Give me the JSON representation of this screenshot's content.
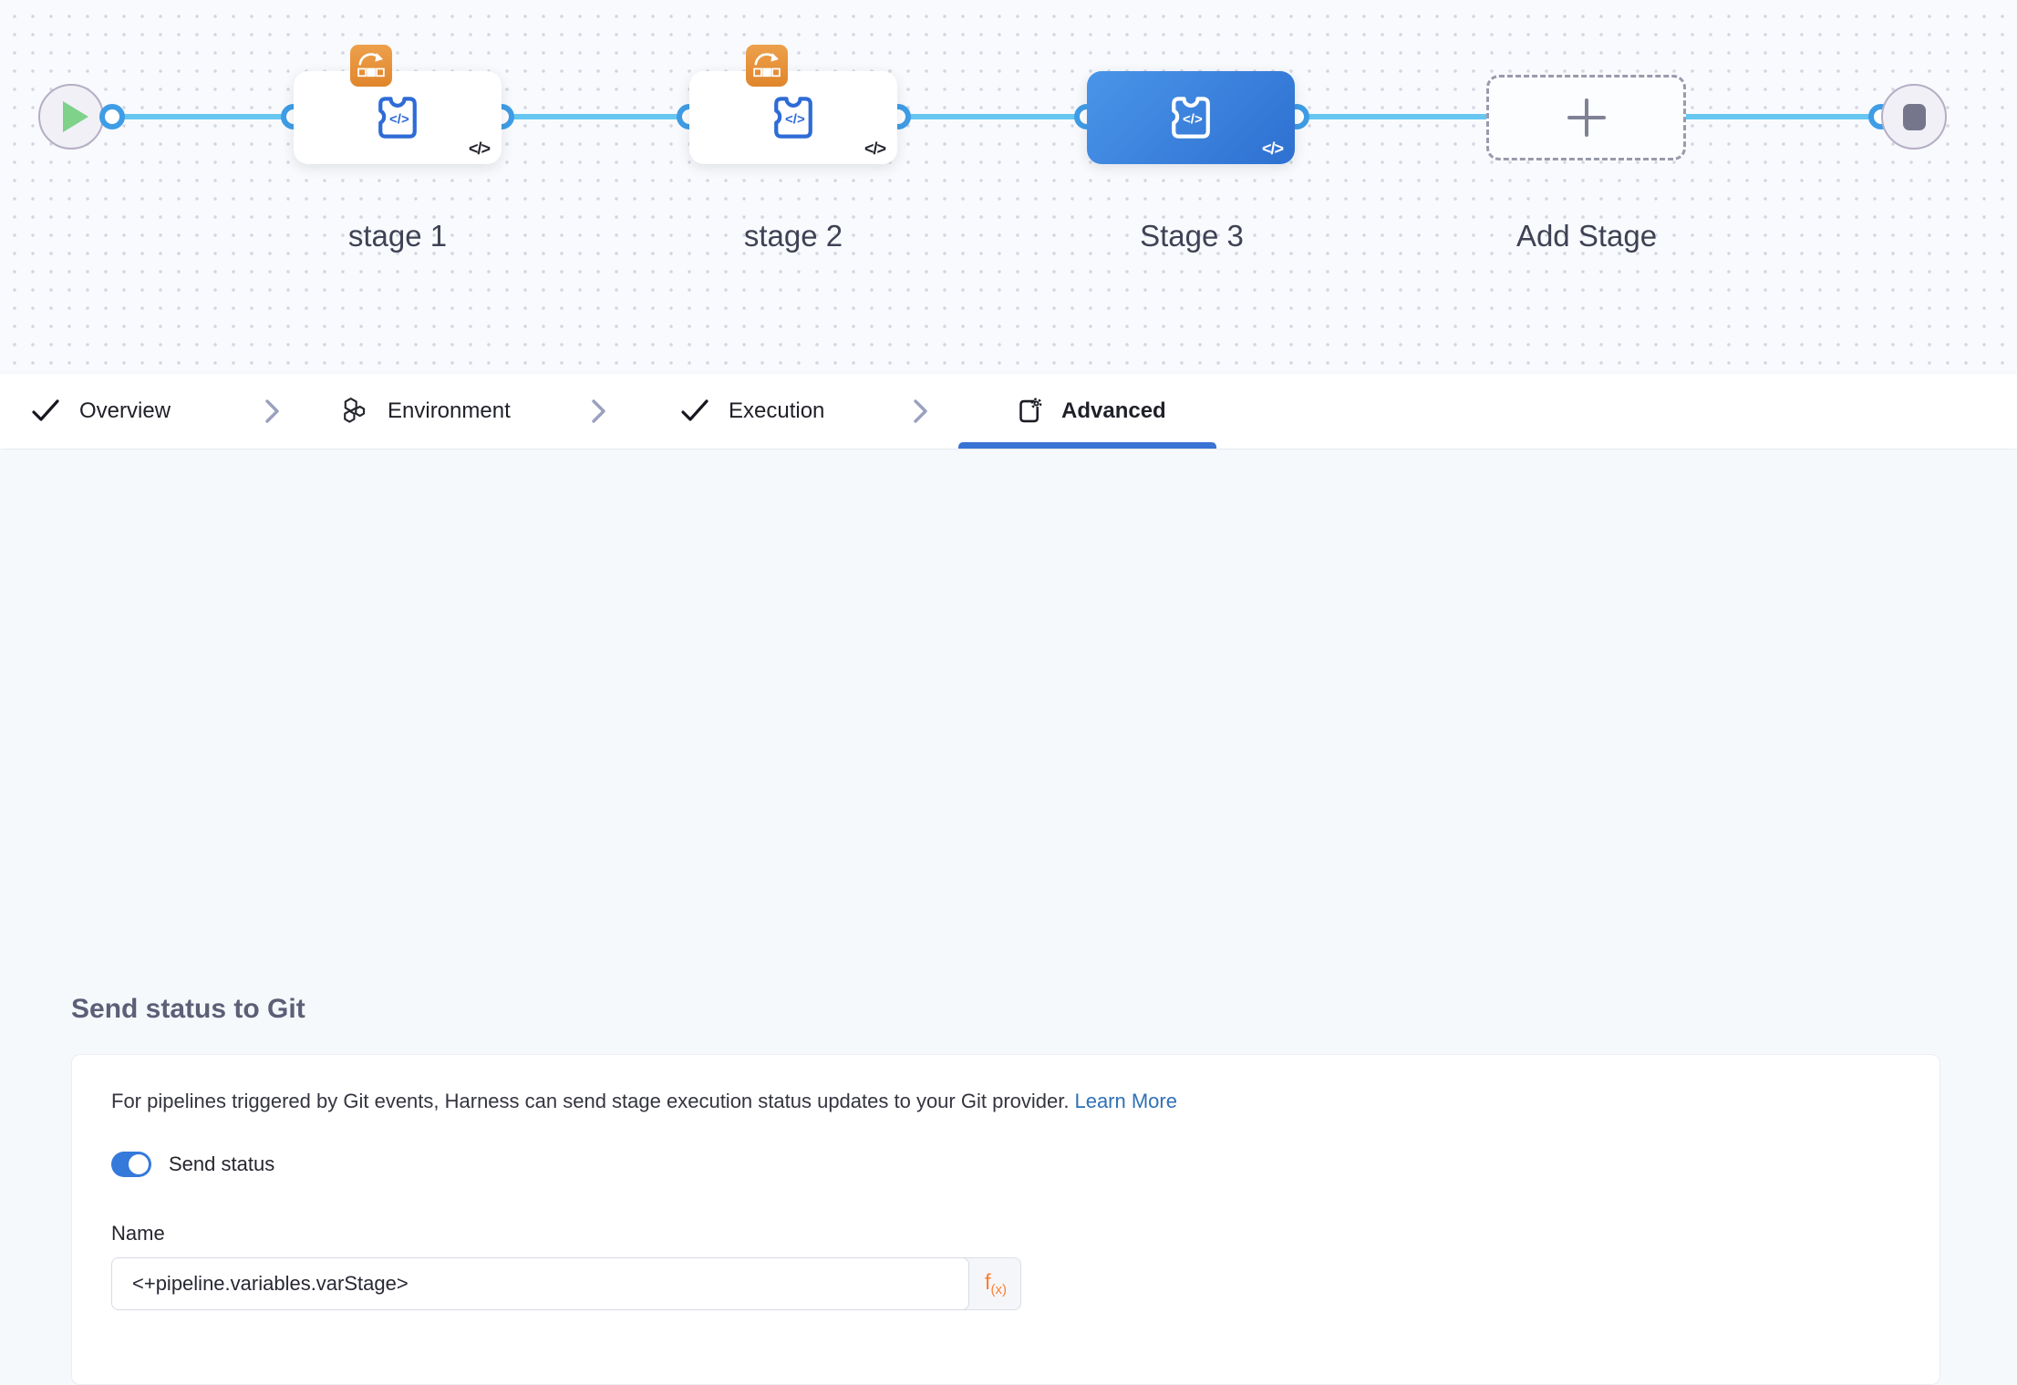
{
  "canvas": {
    "stages": [
      {
        "label": "stage 1",
        "has_template_badge": true
      },
      {
        "label": "stage 2",
        "has_template_badge": true
      },
      {
        "label": "Stage 3",
        "has_template_badge": false,
        "selected": true
      }
    ],
    "add_stage_label": "Add Stage",
    "code_marker": "</>"
  },
  "tabs": {
    "items": [
      {
        "label": "Overview",
        "icon": "check-icon",
        "state": "complete"
      },
      {
        "label": "Environment",
        "icon": "hexagons-icon",
        "state": "default"
      },
      {
        "label": "Execution",
        "icon": "check-icon",
        "state": "complete"
      },
      {
        "label": "Advanced",
        "icon": "board-gear-icon",
        "state": "active"
      }
    ]
  },
  "panel": {
    "heading": "Send status to Git",
    "description": "For pipelines triggered by Git events, Harness can send stage execution status updates to your Git provider.",
    "learn_more_label": "Learn More",
    "toggle_label": "Send status",
    "toggle_on": true,
    "name_label": "Name",
    "name_value": "<+pipeline.variables.varStage>",
    "expression_f": "f",
    "expression_sub": "(x)"
  },
  "icons": {
    "start": "play-icon",
    "end": "stop-icon",
    "add": "plus-icon",
    "stage": "code-puzzle-icon",
    "template_badge": "template-icon",
    "separator": "chevron-right-icon",
    "expression": "fx-icon"
  },
  "colors": {
    "flow_line": "#67c6f0",
    "port_ring": "#3f9de6",
    "selected_stage_blue": "#3b82dc",
    "template_badge_orange": "#e8943c",
    "tab_underline": "#3973d3",
    "link_blue": "#2f70b5",
    "toggle_blue": "#3579da",
    "expression_orange": "#ff7f2f",
    "play_green": "#7ed28a"
  }
}
